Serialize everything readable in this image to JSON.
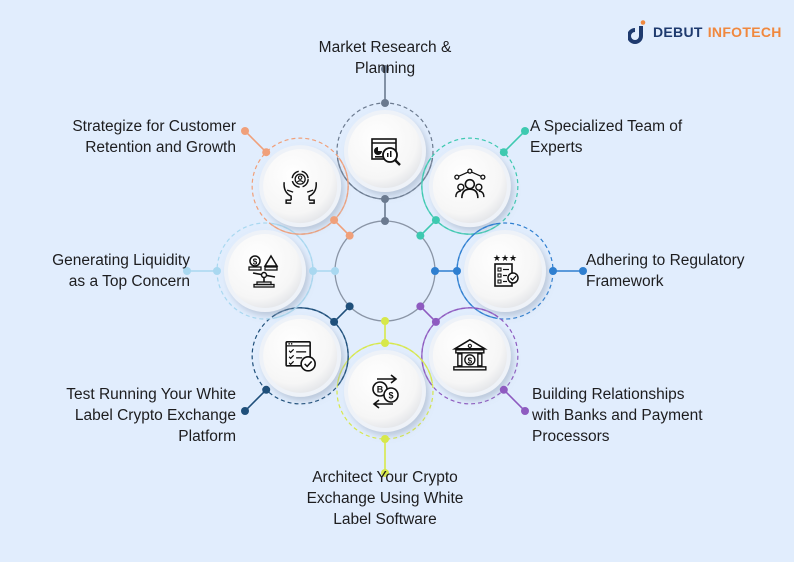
{
  "brand": {
    "name_part1": "DEBUT",
    "name_part2": "INFOTECH",
    "primary_color": "#1e3a6e",
    "accent_color": "#f0883e"
  },
  "diagram": {
    "center_ring_color": "#8a95a6",
    "steps": [
      {
        "id": "market-research",
        "label": "Market Research & Planning",
        "icon": "analytics-magnifier-icon",
        "color": "#6b7a8f"
      },
      {
        "id": "specialized-team",
        "label": "A Specialized Team of Experts",
        "icon": "team-network-icon",
        "color": "#3ec9b0"
      },
      {
        "id": "regulatory",
        "label": "Adhering to Regulatory Framework",
        "icon": "checklist-stars-icon",
        "color": "#2f7fd0"
      },
      {
        "id": "banks",
        "label": "Building Relationships with Banks and Payment Processors",
        "icon": "bank-icon",
        "color": "#8e5bc0"
      },
      {
        "id": "architect",
        "label": "Architect Your Crypto Exchange Using White Label Software",
        "icon": "crypto-exchange-icon",
        "color": "#d7e84a"
      },
      {
        "id": "test-running",
        "label": "Test Running Your White Label Crypto Exchange Platform",
        "icon": "checklist-approved-icon",
        "color": "#1f4f7a"
      },
      {
        "id": "liquidity",
        "label": "Generating Liquidity as a Top Concern",
        "icon": "balance-scale-icon",
        "color": "#a9d8f0"
      },
      {
        "id": "retention",
        "label": "Strategize for Customer Retention and Growth",
        "icon": "customer-care-hands-icon",
        "color": "#f0a07a"
      }
    ]
  }
}
